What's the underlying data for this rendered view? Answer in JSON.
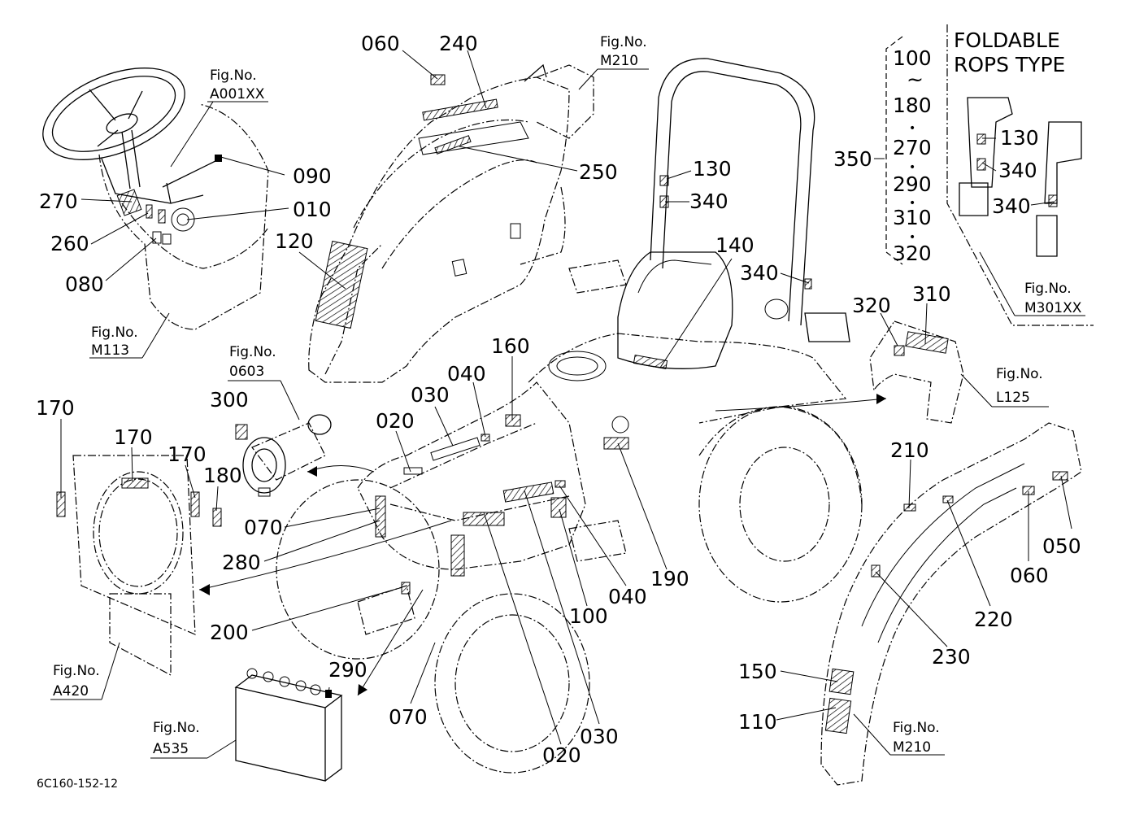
{
  "drawing_code": "6C160-152-12",
  "callouts": {
    "c060a": "060",
    "c240": "240",
    "c250": "250",
    "c120": "120",
    "c090": "090",
    "c270": "270",
    "c010": "010",
    "c260": "260",
    "c080": "080",
    "c130a": "130",
    "c340a": "340",
    "c140": "140",
    "c340b": "340",
    "c320": "320",
    "c310": "310",
    "c350": "350",
    "c130b": "130",
    "c340c": "340",
    "c340d": "340",
    "c160": "160",
    "c040a": "040",
    "c030a": "030",
    "c020a": "020",
    "c300": "300",
    "c170a": "170",
    "c170b": "170",
    "c170c": "170",
    "c180": "180",
    "c070a": "070",
    "c280": "280",
    "c200": "200",
    "c290": "290",
    "c070b": "070",
    "c020b": "020",
    "c030b": "030",
    "c100": "100",
    "c040b": "040",
    "c190": "190",
    "c210": "210",
    "c050": "050",
    "c060b": "060",
    "c220": "220",
    "c230": "230",
    "c150": "150",
    "c110": "110"
  },
  "range_list": [
    "100",
    "~",
    "180",
    "•",
    "270",
    "•",
    "290",
    "•",
    "310",
    "•",
    "320"
  ],
  "foldable": {
    "line1": "FOLDABLE",
    "line2": "ROPS TYPE"
  },
  "figrefs": {
    "a001xx": {
      "label": "Fig.No.",
      "code": "A001XX"
    },
    "m210top": {
      "label": "Fig.No.",
      "code": "M210"
    },
    "m113": {
      "label": "Fig.No.",
      "code": "M113"
    },
    "f0603": {
      "label": "Fig.No.",
      "code": "0603"
    },
    "m301xx": {
      "label": "Fig.No.",
      "code": "M301XX"
    },
    "l125": {
      "label": "Fig.No.",
      "code": "L125"
    },
    "a420": {
      "label": "Fig.No.",
      "code": "A420"
    },
    "a535": {
      "label": "Fig.No.",
      "code": "A535"
    },
    "m210bot": {
      "label": "Fig.No.",
      "code": "M210"
    }
  }
}
